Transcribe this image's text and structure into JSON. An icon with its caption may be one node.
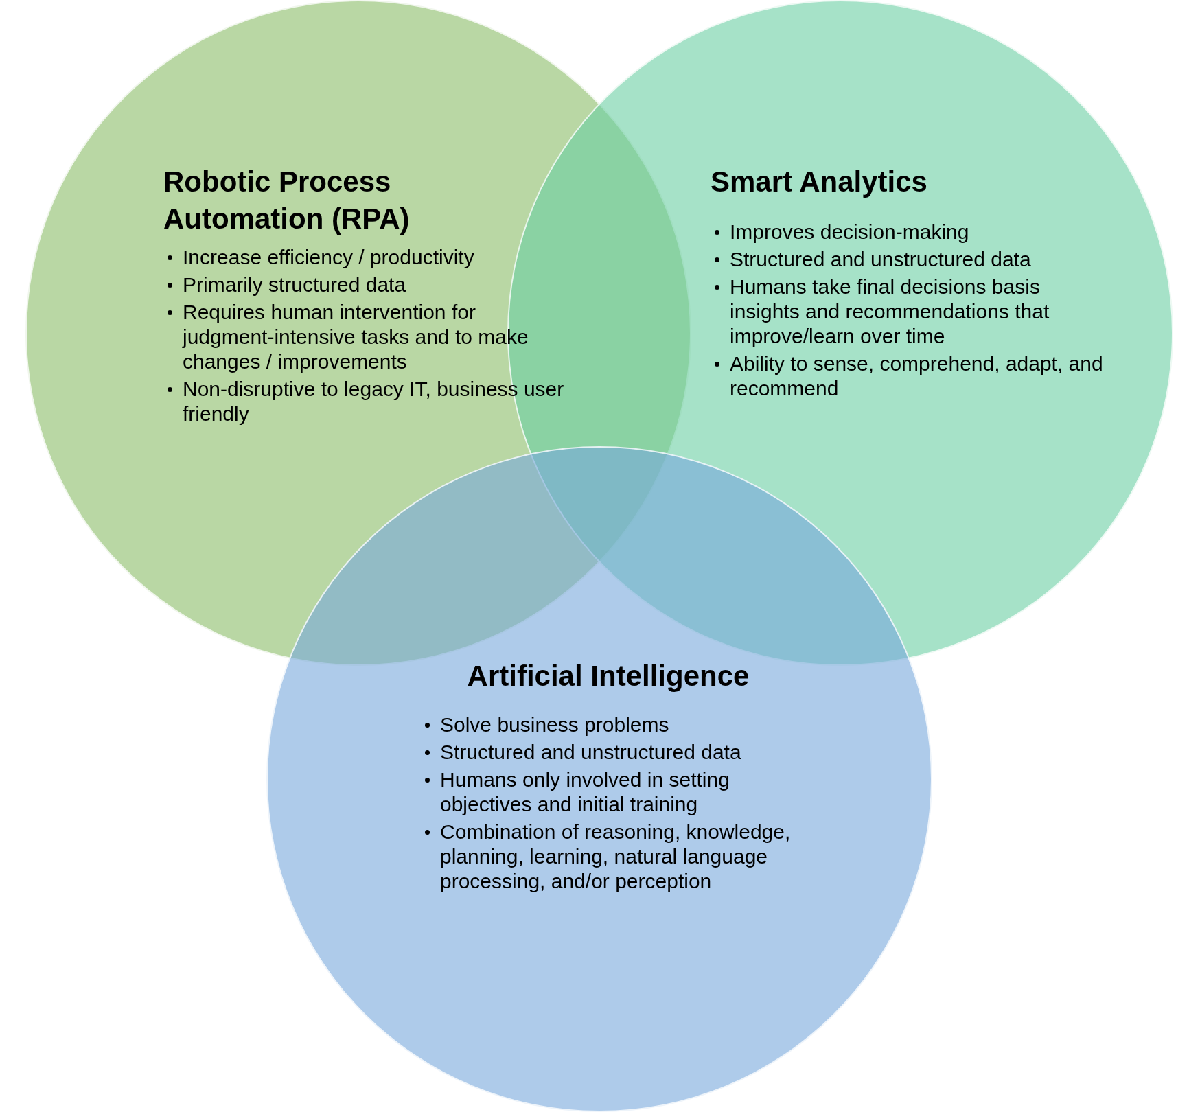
{
  "diagram": {
    "nodes": [
      {
        "text": [
          "Robotic Process Automation (RPA)",
          "Increase efficiency / productivity",
          "Primarily structured data",
          "Requires human intervention for judgment-intensive tasks and to make changes / improvements",
          "Non-disruptive to legacy IT, business user friendly"
        ]
      },
      {
        "text": [
          "Smart Analytics",
          "Improves decision-making",
          "Structured and unstructured data",
          "Humans take final decisions basis insights and recommendations that improve/learn over time",
          "Ability to sense, comprehend, adapt, and recommend"
        ]
      },
      {
        "text": [
          "Artificial Intelligence",
          "Solve business problems",
          "Structured and unstructured data",
          "Humans only involved in setting objectives and initial training",
          "Combination of reasoning, knowledge, planning, learning, natural language processing, and/or perception"
        ]
      }
    ]
  }
}
